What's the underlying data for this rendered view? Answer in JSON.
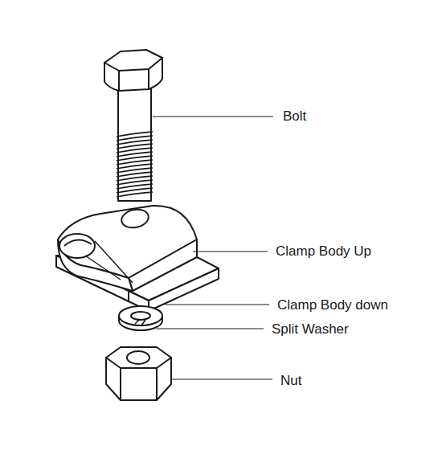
{
  "diagram": {
    "labels": [
      "Bolt",
      "Clamp Body Up",
      "Clamp Body down",
      "Split Washer",
      "Nut"
    ]
  }
}
